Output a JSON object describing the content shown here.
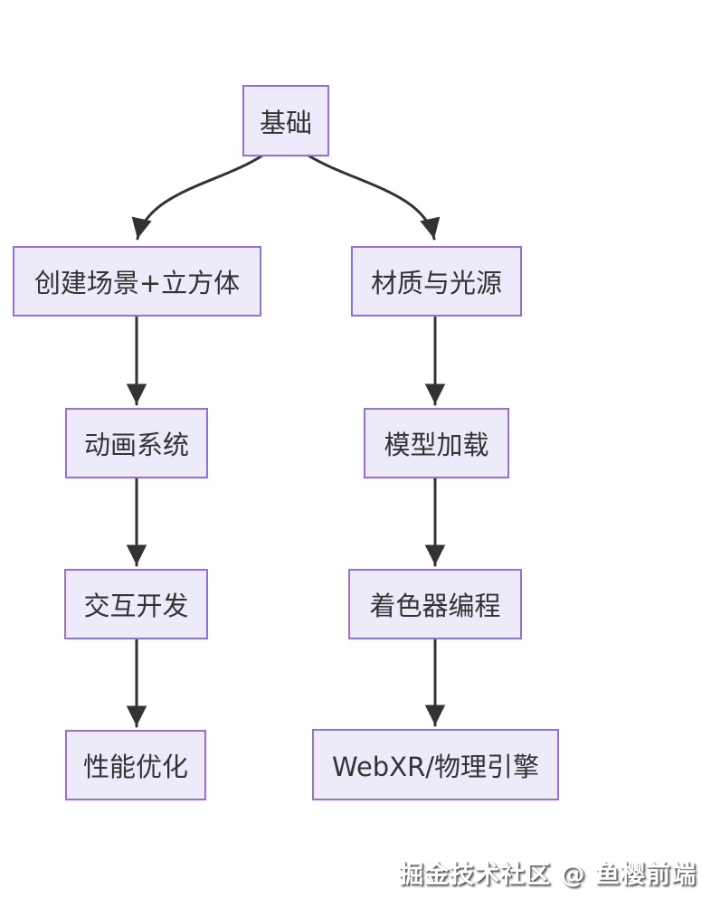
{
  "diagram": {
    "type": "flowchart",
    "direction": "top-down",
    "nodes": [
      {
        "id": "basics",
        "label": "基础"
      },
      {
        "id": "create-scene-cube",
        "label": "创建场景+立方体"
      },
      {
        "id": "material-light",
        "label": "材质与光源"
      },
      {
        "id": "animation-system",
        "label": "动画系统"
      },
      {
        "id": "model-loading",
        "label": "模型加载"
      },
      {
        "id": "interaction-dev",
        "label": "交互开发"
      },
      {
        "id": "shader-programming",
        "label": "着色器编程"
      },
      {
        "id": "performance-optimization",
        "label": "性能优化"
      },
      {
        "id": "webxr-physics",
        "label": "WebXR/物理引擎"
      }
    ],
    "edges": [
      {
        "from": "基础",
        "to": "创建场景+立方体"
      },
      {
        "from": "基础",
        "to": "材质与光源"
      },
      {
        "from": "创建场景+立方体",
        "to": "动画系统"
      },
      {
        "from": "动画系统",
        "to": "交互开发"
      },
      {
        "from": "交互开发",
        "to": "性能优化"
      },
      {
        "from": "材质与光源",
        "to": "模型加载"
      },
      {
        "from": "模型加载",
        "to": "着色器编程"
      },
      {
        "from": "着色器编程",
        "to": "WebXR/物理引擎"
      }
    ],
    "colors": {
      "node_fill": "#EDEAFA",
      "node_border": "#9370DB",
      "edge": "#333333",
      "node_text": "#333333",
      "background": "#FFFFFF"
    }
  },
  "watermark": {
    "text": "掘金技术社区 @ 鱼樱前端"
  }
}
